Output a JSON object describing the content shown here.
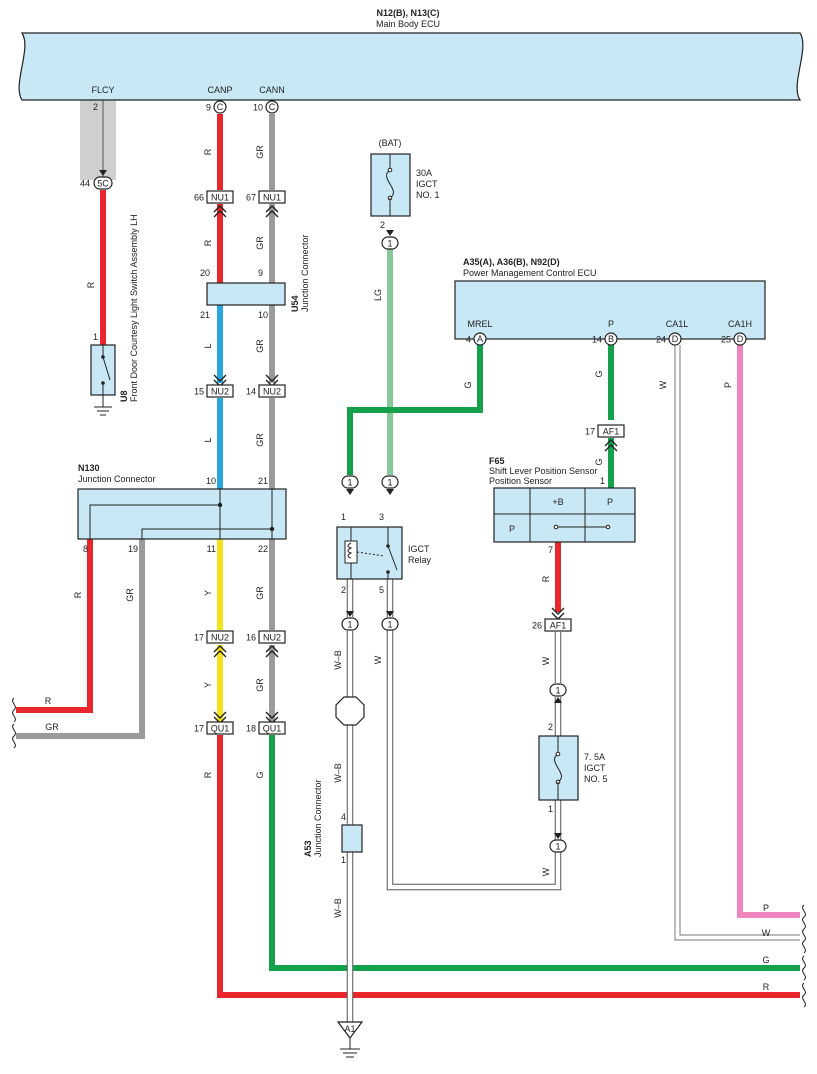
{
  "colors": {
    "R": "#e8262b",
    "GR": "#9b9b9b",
    "L": "#27a6df",
    "Y": "#f3e31b",
    "G": "#15a14b",
    "LG": "#86c99a",
    "P": "#ee86bd",
    "W": "#ffffff",
    "WB": "#ffffff",
    "body": "#c8e8f6"
  },
  "main_ecu": {
    "code": "N12(B), N13(C)",
    "name": "Main Body ECU",
    "terminals": [
      {
        "name": "FLCY",
        "pin": "2"
      },
      {
        "name": "CANP",
        "pin": "9",
        "conn": "C"
      },
      {
        "name": "CANN",
        "pin": "10",
        "conn": "C"
      }
    ]
  },
  "pm_ecu": {
    "code": "A35(A), A36(B), N92(D)",
    "name": "Power Management Control ECU",
    "terminals": [
      {
        "name": "MREL",
        "pin": "4",
        "conn": "A"
      },
      {
        "name": "P",
        "pin": "14",
        "conn": "B"
      },
      {
        "name": "CA1L",
        "pin": "24",
        "conn": "D"
      },
      {
        "name": "CA1H",
        "pin": "25",
        "conn": "D"
      }
    ]
  },
  "u8": {
    "code": "U8",
    "name": "Front Door Courtesy Light Switch Assembly LH",
    "pin": "1"
  },
  "u54": {
    "code": "U54",
    "name": "Junction Connector",
    "pins": [
      "20",
      "21",
      "9",
      "10"
    ]
  },
  "n130": {
    "code": "N130",
    "name": "Junction Connector",
    "pins": [
      "10",
      "21",
      "8",
      "19",
      "11",
      "22"
    ]
  },
  "a53": {
    "code": "A53",
    "name": "Junction Connector",
    "pins": [
      "4",
      "1"
    ]
  },
  "f65": {
    "code": "F65",
    "name": "Shift Lever Position Sensor",
    "cells": [
      "+B",
      "P",
      "P"
    ],
    "pins": [
      "1",
      "7"
    ]
  },
  "fuse30": {
    "label": "(BAT)",
    "rating": "30A",
    "name1": "IGCT",
    "name2": "NO. 1",
    "pin": "2"
  },
  "fuse75": {
    "rating": "7. 5A",
    "name1": "IGCT",
    "name2": "NO. 5",
    "pins": [
      "2",
      "1"
    ]
  },
  "relay": {
    "name1": "IGCT",
    "name2": "Relay",
    "pins": [
      "1",
      "3",
      "2",
      "5"
    ]
  },
  "connectors": {
    "c5C": {
      "id": "5C",
      "pin": "44"
    },
    "nu1a": {
      "id": "NU1",
      "pin": "66"
    },
    "nu1b": {
      "id": "NU1",
      "pin": "67"
    },
    "nu2a": {
      "id": "NU2",
      "pin": "15"
    },
    "nu2b": {
      "id": "NU2",
      "pin": "14"
    },
    "nu2c": {
      "id": "NU2",
      "pin": "17"
    },
    "nu2d": {
      "id": "NU2",
      "pin": "16"
    },
    "qu1a": {
      "id": "QU1",
      "pin": "17"
    },
    "qu1b": {
      "id": "QU1",
      "pin": "18"
    },
    "af1a": {
      "id": "AF1",
      "pin": "17"
    },
    "af1b": {
      "id": "AF1",
      "pin": "26"
    },
    "one": "1",
    "ground": "A1"
  },
  "wire_labels": {
    "R": "R",
    "GR": "GR",
    "L": "L",
    "Y": "Y",
    "G": "G",
    "LG": "LG",
    "W": "W",
    "WB": "W–B",
    "P": "P"
  }
}
